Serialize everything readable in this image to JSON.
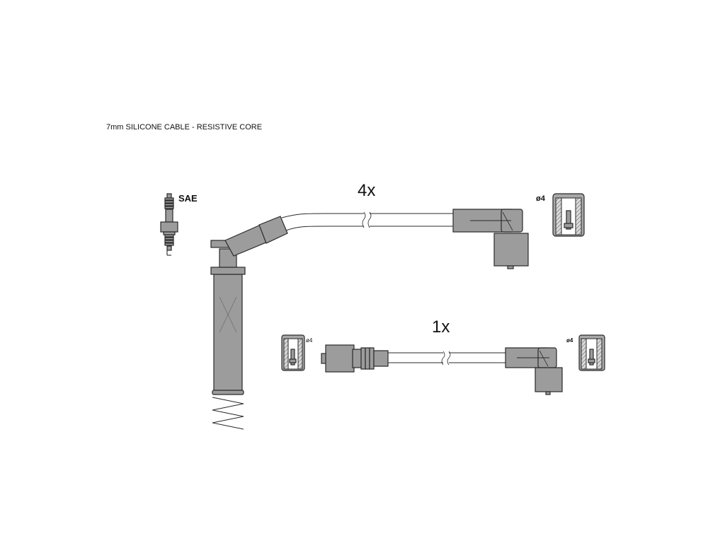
{
  "header": {
    "cable_spec": "7mm SILICONE CABLE - RESISTIVE CORE"
  },
  "labels": {
    "spark_plug_type": "SAE",
    "quantity_long_lead": "4x",
    "quantity_short_lead": "1x",
    "terminal_right_top": "ø4",
    "terminal_left_mid": "ø4",
    "terminal_right_mid": "ø4"
  },
  "colors": {
    "part_fill": "#9c9c9c",
    "outline": "#2a2a2a",
    "background": "#ffffff"
  }
}
